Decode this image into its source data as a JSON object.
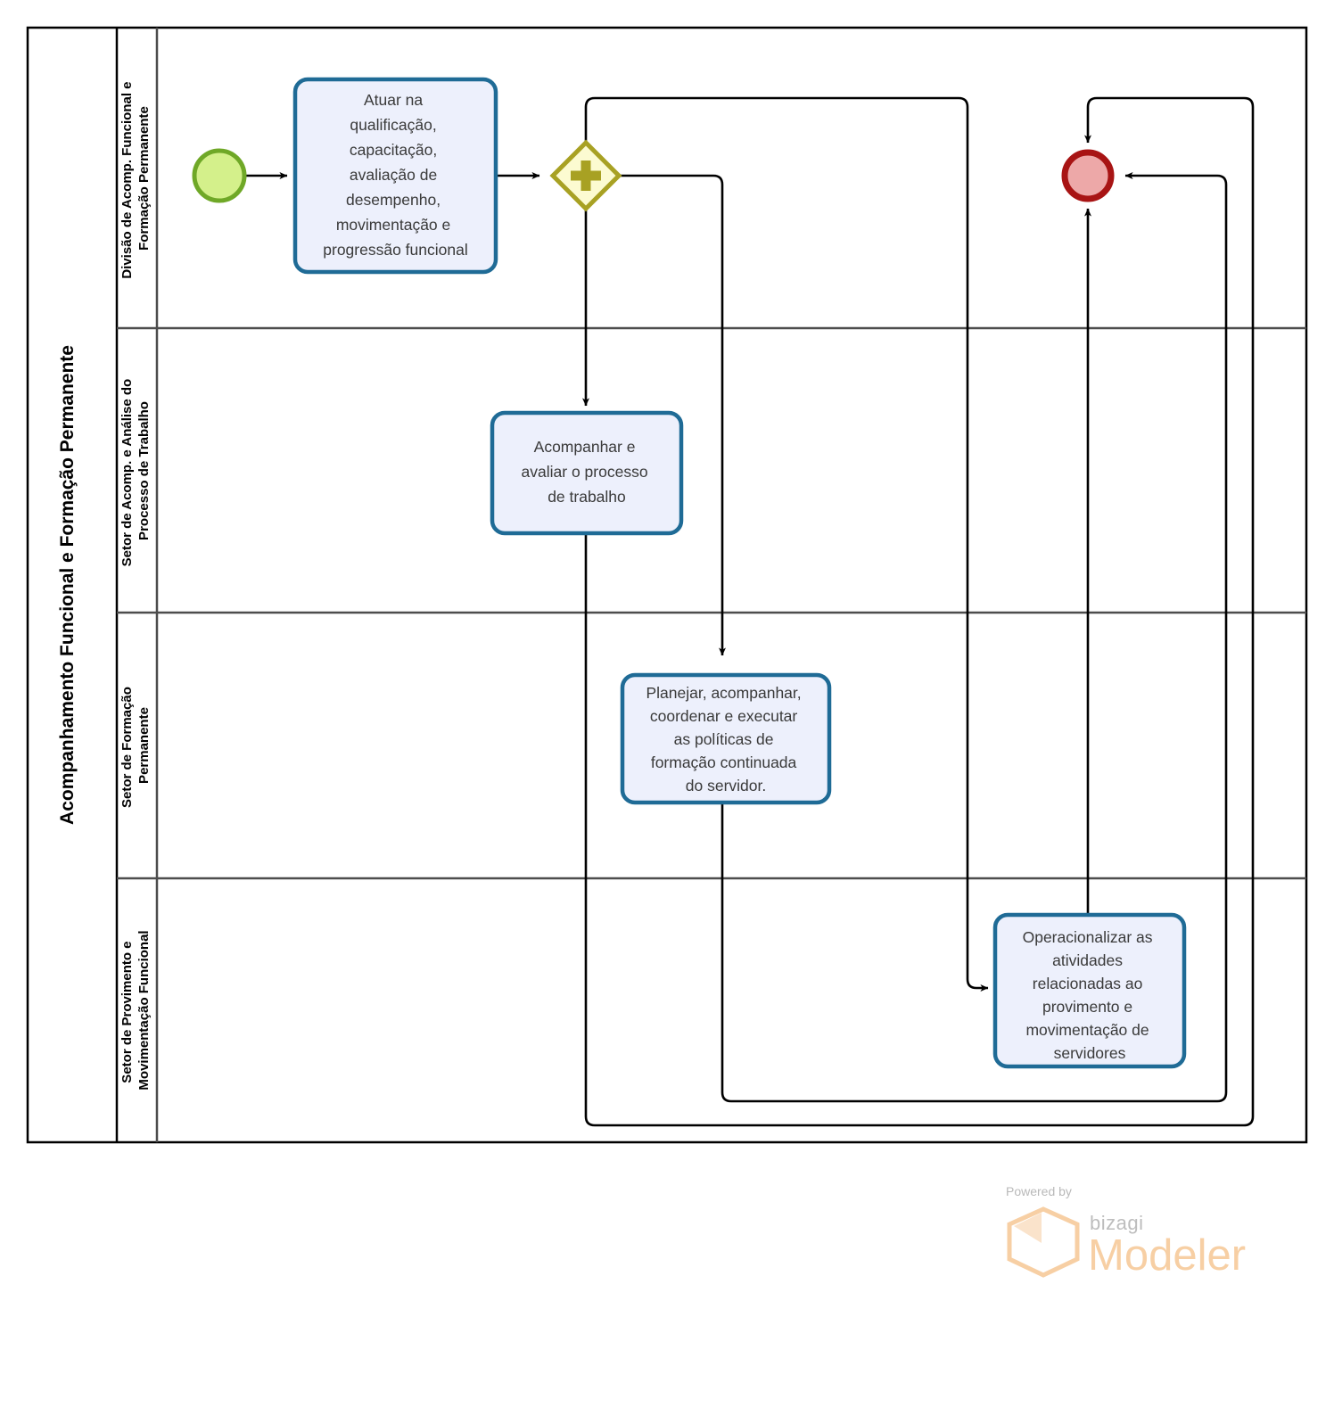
{
  "diagram": {
    "type": "bpmn-process",
    "notation": "BPMN",
    "pool": {
      "title": "Acompanhamento Funcional e Formação Permanente"
    },
    "lanes": [
      {
        "id": "lane1",
        "label": "Divisão de Acomp. Funcional e Formação Permanente"
      },
      {
        "id": "lane2",
        "label": "Setor de Acomp. e Análise do Processo de Trabalho"
      },
      {
        "id": "lane3",
        "label": "Setor de Formação Permanente"
      },
      {
        "id": "lane4",
        "label": "Setor de Provimento e Movimentação Funcional"
      }
    ],
    "events": [
      {
        "id": "start",
        "kind": "start-event",
        "lane": "lane1",
        "fill": "#d4f08b",
        "stroke": "#6fa827"
      },
      {
        "id": "end",
        "kind": "end-event",
        "lane": "lane1",
        "fill": "#eda8a8",
        "stroke": "#a81414"
      }
    ],
    "gateways": [
      {
        "id": "gw1",
        "kind": "parallel-gateway",
        "lane": "lane1",
        "marker": "+",
        "fill": "#fcfbd1",
        "stroke": "#a8a123"
      }
    ],
    "tasks": [
      {
        "id": "task1",
        "lane": "lane1",
        "label": "Atuar na qualificação, capacitação, avaliação de desempenho, movimentação e progressão funcional",
        "lines": [
          "Atuar na",
          "qualificação,",
          "capacitação,",
          "avaliação de",
          "desempenho,",
          "movimentação e",
          "progressão funcional"
        ]
      },
      {
        "id": "task2",
        "lane": "lane2",
        "label": "Acompanhar e avaliar o processo de trabalho",
        "lines": [
          "Acompanhar e",
          "avaliar o processo",
          "de trabalho"
        ]
      },
      {
        "id": "task3",
        "lane": "lane3",
        "label": "Planejar, acompanhar, coordenar e executar as políticas de formação continuada do servidor.",
        "lines": [
          "Planejar, acompanhar,",
          "coordenar e executar",
          "as políticas de",
          "formação continuada",
          "do servidor."
        ]
      },
      {
        "id": "task4",
        "lane": "lane4",
        "label": "Operacionalizar as atividades relacionadas ao provimento e movimentação de servidores",
        "lines": [
          "Operacionalizar as",
          "atividades",
          "relacionadas ao",
          "provimento e",
          "movimentação de",
          "servidores"
        ]
      }
    ],
    "flows": [
      {
        "id": "f1",
        "from": "start",
        "to": "task1"
      },
      {
        "id": "f2",
        "from": "task1",
        "to": "gw1"
      },
      {
        "id": "f3",
        "from": "gw1",
        "to": "task2"
      },
      {
        "id": "f4",
        "from": "gw1",
        "to": "task3"
      },
      {
        "id": "f5",
        "from": "gw1",
        "to": "task4"
      },
      {
        "id": "f6",
        "from": "task2",
        "to": "end"
      },
      {
        "id": "f7",
        "from": "task3",
        "to": "end"
      },
      {
        "id": "f8",
        "from": "task4",
        "to": "end"
      }
    ],
    "colors": {
      "task_fill": "#edf0fc",
      "task_stroke": "#1f6b96",
      "pool_border": "#000000",
      "lane_border": "#4d4d4d",
      "flow_stroke": "#000000"
    }
  },
  "footer": {
    "powered_by": "Powered by",
    "brand_small": "bizagi",
    "brand_large": "Modeler"
  }
}
